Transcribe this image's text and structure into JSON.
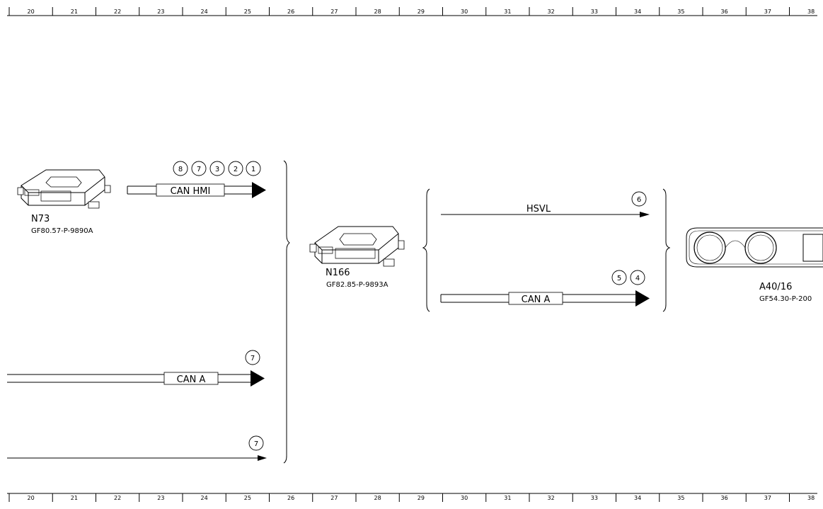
{
  "ruler": {
    "ticks": [
      "20",
      "21",
      "22",
      "23",
      "24",
      "25",
      "26",
      "27",
      "28",
      "29",
      "30",
      "31",
      "32",
      "33",
      "34",
      "35",
      "36",
      "37",
      "38"
    ]
  },
  "components": [
    {
      "id": "N73",
      "code": "GF80.57-P-9890A"
    },
    {
      "id": "N166",
      "code": "GF82.85-P-9893A"
    },
    {
      "id": "A40/16",
      "code": "GF54.30-P-200"
    }
  ],
  "buses": {
    "can_hmi": {
      "label": "CAN HMI",
      "markers": [
        "8",
        "7",
        "3",
        "2",
        "1"
      ]
    },
    "hsvl": {
      "label": "HSVL",
      "markers": [
        "6"
      ]
    },
    "can_a_right": {
      "label": "CAN A",
      "markers": [
        "5",
        "4"
      ]
    },
    "can_a_left": {
      "label": "CAN A",
      "markers": [
        "7"
      ]
    },
    "line_left": {
      "markers": [
        "7"
      ]
    }
  }
}
